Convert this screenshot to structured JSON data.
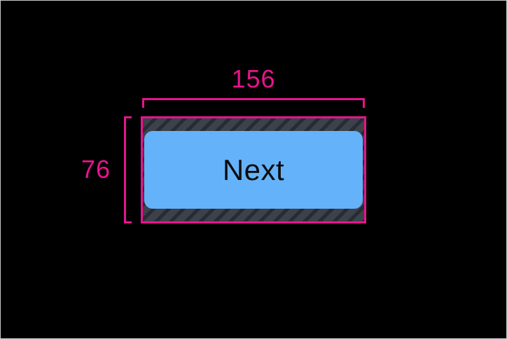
{
  "canvas": {
    "background": "#000000",
    "frame_color": "#c9c9c9"
  },
  "annotation": {
    "accent_color": "#e8138c",
    "width_label": "156",
    "height_label": "76"
  },
  "touch_target": {
    "hatch_background": "#3c414b",
    "hatch_stripe": "#272b32"
  },
  "button": {
    "label": "Next",
    "fill": "#64b2f9",
    "text_color": "#0d0d0d"
  }
}
